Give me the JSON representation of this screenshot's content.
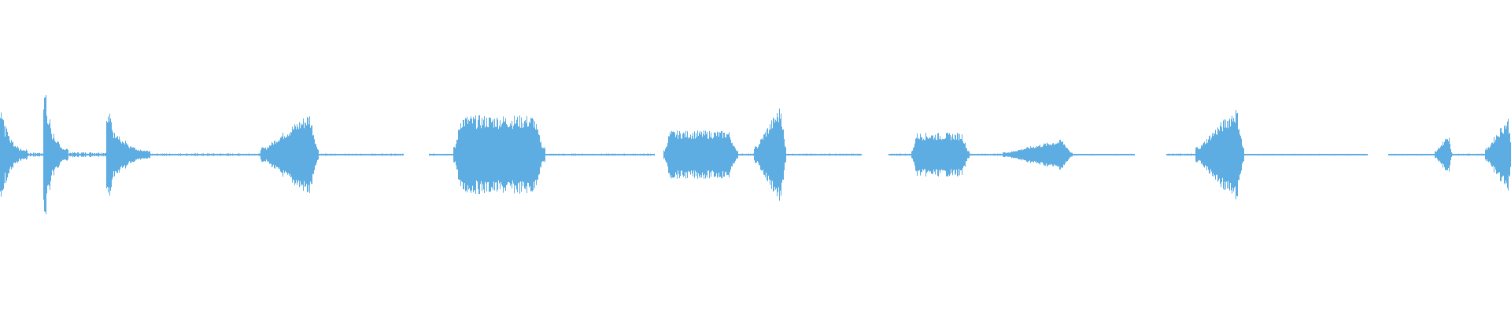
{
  "waveform": {
    "color": "#5dade2",
    "segments": [
      {
        "start": 0.0,
        "end": 0.028,
        "amp": 0.58,
        "shape": "burst"
      },
      {
        "start": 0.028,
        "end": 0.045,
        "amp": 0.1,
        "shape": "flat"
      },
      {
        "start": 0.045,
        "end": 0.07,
        "amp": 0.74,
        "shape": "burst"
      },
      {
        "start": 0.07,
        "end": 0.11,
        "amp": 0.12,
        "shape": "flat"
      },
      {
        "start": 0.11,
        "end": 0.155,
        "amp": 0.48,
        "shape": "burst"
      },
      {
        "start": 0.155,
        "end": 0.27,
        "amp": 0.06,
        "shape": "flat"
      },
      {
        "start": 0.27,
        "end": 0.33,
        "amp": 0.44,
        "shape": "swell"
      },
      {
        "start": 0.33,
        "end": 0.418,
        "amp": 0.05,
        "shape": "flat"
      },
      {
        "start": 0.445,
        "end": 0.47,
        "amp": 0.05,
        "shape": "flat"
      },
      {
        "start": 0.47,
        "end": 0.565,
        "amp": 0.36,
        "shape": "block"
      },
      {
        "start": 0.565,
        "end": 0.678,
        "amp": 0.05,
        "shape": "flat"
      },
      {
        "start": 0.688,
        "end": 0.765,
        "amp": 0.22,
        "shape": "block"
      },
      {
        "start": 0.765,
        "end": 0.782,
        "amp": 0.05,
        "shape": "flat"
      },
      {
        "start": 0.782,
        "end": 0.815,
        "amp": 0.52,
        "shape": "swell"
      },
      {
        "start": 0.815,
        "end": 0.893,
        "amp": 0.05,
        "shape": "flat"
      },
      {
        "start": 0.922,
        "end": 0.945,
        "amp": 0.05,
        "shape": "flat"
      },
      {
        "start": 0.945,
        "end": 1.005,
        "amp": 0.2,
        "shape": "block"
      },
      {
        "start": 1.005,
        "end": 1.04,
        "amp": 0.05,
        "shape": "flat"
      },
      {
        "start": 1.04,
        "end": 1.112,
        "amp": 0.16,
        "shape": "swell"
      },
      {
        "start": 1.112,
        "end": 1.176,
        "amp": 0.04,
        "shape": "flat"
      },
      {
        "start": 1.21,
        "end": 1.24,
        "amp": 0.05,
        "shape": "flat"
      },
      {
        "start": 1.24,
        "end": 1.29,
        "amp": 0.5,
        "shape": "swell"
      },
      {
        "start": 1.29,
        "end": 1.418,
        "amp": 0.04,
        "shape": "flat"
      },
      {
        "start": 1.44,
        "end": 1.488,
        "amp": 0.04,
        "shape": "flat"
      },
      {
        "start": 1.488,
        "end": 1.505,
        "amp": 0.22,
        "shape": "swell"
      },
      {
        "start": 1.505,
        "end": 1.54,
        "amp": 0.05,
        "shape": "flat"
      },
      {
        "start": 1.54,
        "end": 1.568,
        "amp": 0.4,
        "shape": "swell"
      }
    ]
  }
}
